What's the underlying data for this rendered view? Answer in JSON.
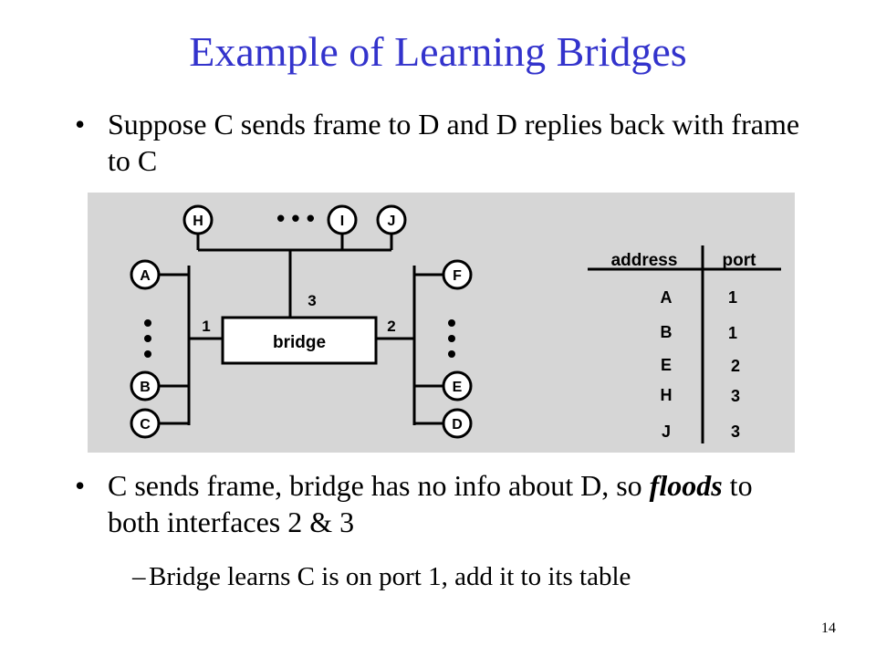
{
  "slide": {
    "title": "Example of Learning Bridges",
    "bullet1": "Suppose C sends frame to D and D replies back with frame to C",
    "bullet2_pre": "C sends frame, bridge has no info about D, so ",
    "bullet2_em": "floods",
    "bullet2_post": " to both interfaces 2 & 3",
    "sub1": "Bridge learns C is on port 1, add it to its table",
    "page_number": "14",
    "bullet_glyph": "•",
    "dash_glyph": "–"
  },
  "diagram": {
    "bridge_label": "bridge",
    "port_labels": {
      "left": "1",
      "right": "2",
      "top": "3"
    },
    "ellipsis": "• • •",
    "hosts_top": [
      "H",
      "I",
      "J"
    ],
    "hosts_left": [
      "A",
      "B",
      "C"
    ],
    "hosts_right": [
      "F",
      "E",
      "D"
    ],
    "table": {
      "headers": [
        "address",
        "port"
      ],
      "rows": [
        {
          "address": "A",
          "port": "1"
        },
        {
          "address": "B",
          "port": "1"
        },
        {
          "address": "E",
          "port": "2"
        },
        {
          "address": "H",
          "port": "3"
        },
        {
          "address": "J",
          "port": "3"
        }
      ]
    },
    "colors": {
      "background": "#d6d6d6",
      "title": "#3333cc"
    }
  }
}
